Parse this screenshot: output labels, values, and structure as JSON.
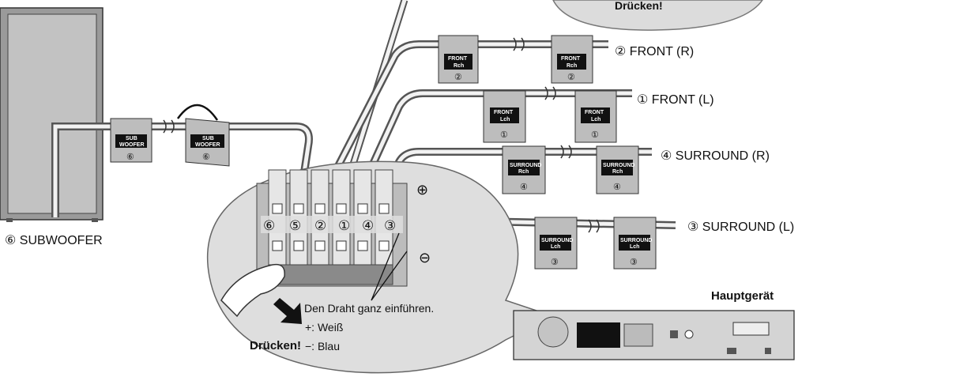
{
  "top_callout": "Drücken!",
  "subwoofer_label": "⑥ SUBWOOFER",
  "speakers": [
    {
      "label": "② FRONT (R)",
      "tag_line1": "FRONT",
      "tag_line2": "Rch",
      "tag_num": "②"
    },
    {
      "label": "① FRONT (L)",
      "tag_line1": "FRONT",
      "tag_line2": "Lch",
      "tag_num": "①"
    },
    {
      "label": "④ SURROUND (R)",
      "tag_line1": "SURROUND",
      "tag_line2": "Rch",
      "tag_num": "④"
    },
    {
      "label": "③ SURROUND (L)",
      "tag_line1": "SURROUND",
      "tag_line2": "Lch",
      "tag_num": "③"
    }
  ],
  "subwoofer_tag": {
    "line1": "SUB",
    "line2": "WOOFER",
    "num": "⑥"
  },
  "terminal_numbers": [
    "⑥",
    "⑤",
    "②",
    "①",
    "④",
    "③"
  ],
  "polarity": {
    "plus": "⊕",
    "minus": "⊖"
  },
  "instruction": {
    "title": "Den Draht ganz einführen.",
    "plus_line": "+: Weiß",
    "minus_line": "−: Blau"
  },
  "press_label": "Drücken!",
  "main_unit_label": "Hauptgerät"
}
